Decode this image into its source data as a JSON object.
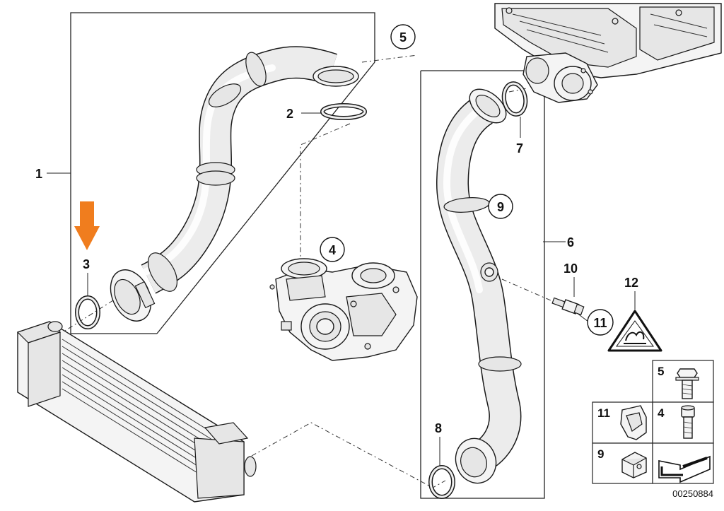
{
  "diagram": {
    "doc_number": "00250884",
    "callouts": [
      {
        "id": "c1",
        "text": "1"
      },
      {
        "id": "c2",
        "text": "2"
      },
      {
        "id": "c3",
        "text": "3"
      },
      {
        "id": "c4",
        "text": "4"
      },
      {
        "id": "c5",
        "text": "5"
      },
      {
        "id": "c6",
        "text": "6"
      },
      {
        "id": "c7",
        "text": "7"
      },
      {
        "id": "c8",
        "text": "8"
      },
      {
        "id": "c9",
        "text": "9"
      },
      {
        "id": "c10",
        "text": "10"
      },
      {
        "id": "c11",
        "text": "11"
      },
      {
        "id": "c12",
        "text": "12"
      }
    ],
    "legend": [
      {
        "id": "l5",
        "text": "5"
      },
      {
        "id": "l4",
        "text": "4"
      },
      {
        "id": "l11",
        "text": "11"
      },
      {
        "id": "l9",
        "text": "9"
      }
    ],
    "highlight": {
      "target": "3",
      "color": "#f07d1e"
    },
    "colors": {
      "line": "#1a1a1a",
      "fill": "#f4f4f4",
      "accent": "#f07d1e"
    }
  }
}
